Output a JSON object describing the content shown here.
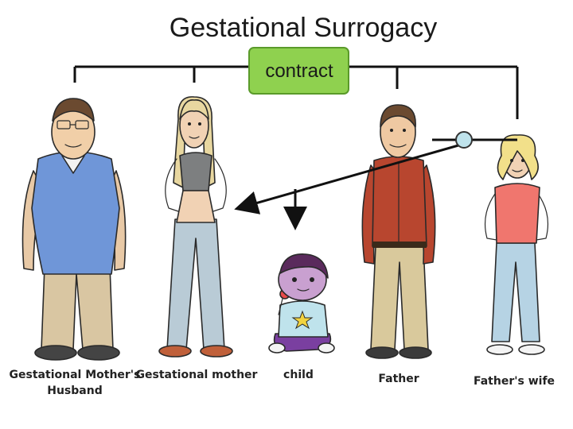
{
  "title": "Gestational Surrogacy",
  "contract_label": "contract",
  "people": [
    {
      "caption_lines": [
        "Gestational Mother's",
        "Husband"
      ]
    },
    {
      "caption_lines": [
        "Gestational mother"
      ]
    },
    {
      "caption_lines": [
        "child"
      ]
    },
    {
      "caption_lines": [
        "Father"
      ]
    },
    {
      "caption_lines": [
        "Father's wife"
      ]
    }
  ],
  "colors": {
    "contract_fill": "#8fd14f",
    "contract_border": "#5a9a2a",
    "connector": "#111111",
    "egg_fill": "#bfe3ec"
  }
}
